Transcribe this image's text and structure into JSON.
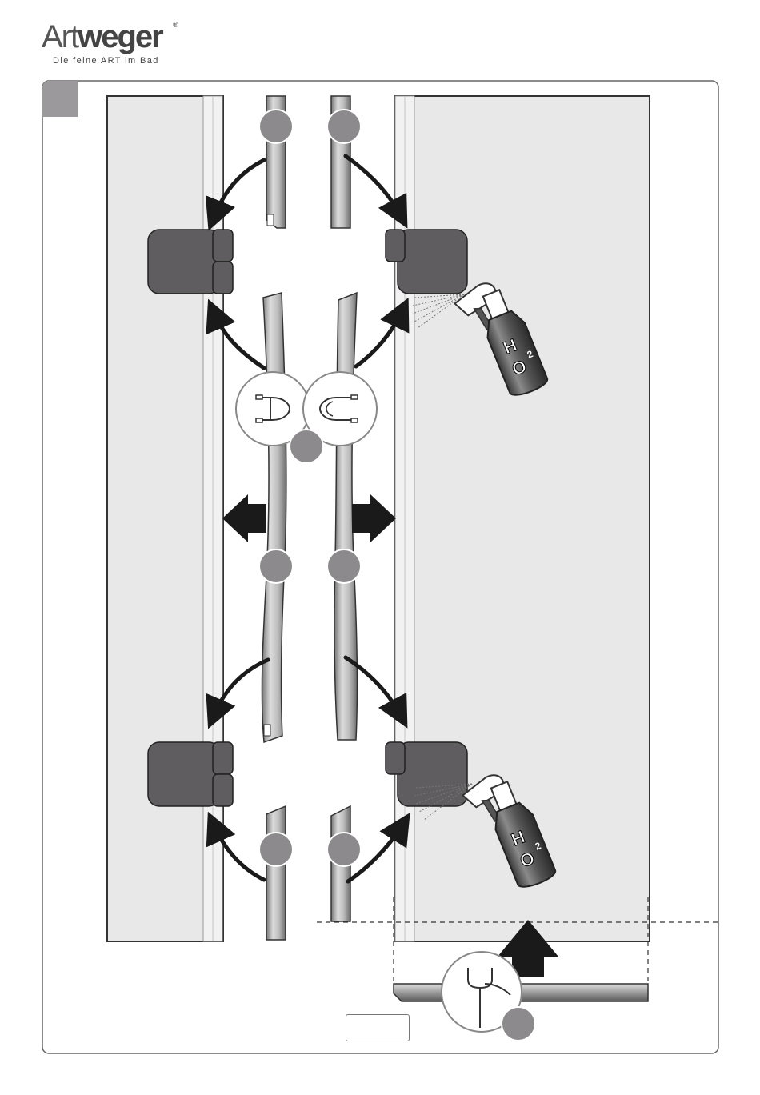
{
  "brand": {
    "name_light": "Art",
    "name_bold": "weger",
    "registered": "®",
    "tagline": "Die feine ART im Bad"
  },
  "bottles": {
    "label_h": "H",
    "label_o": "O",
    "label_2": "2"
  },
  "colors": {
    "panel": "#e8e8e8",
    "clamp": "#5f5d5f",
    "callout_dot": "#8c8a8c",
    "step_badge": "#9b999b",
    "arrow": "#1a1a1a"
  },
  "page_label": ""
}
